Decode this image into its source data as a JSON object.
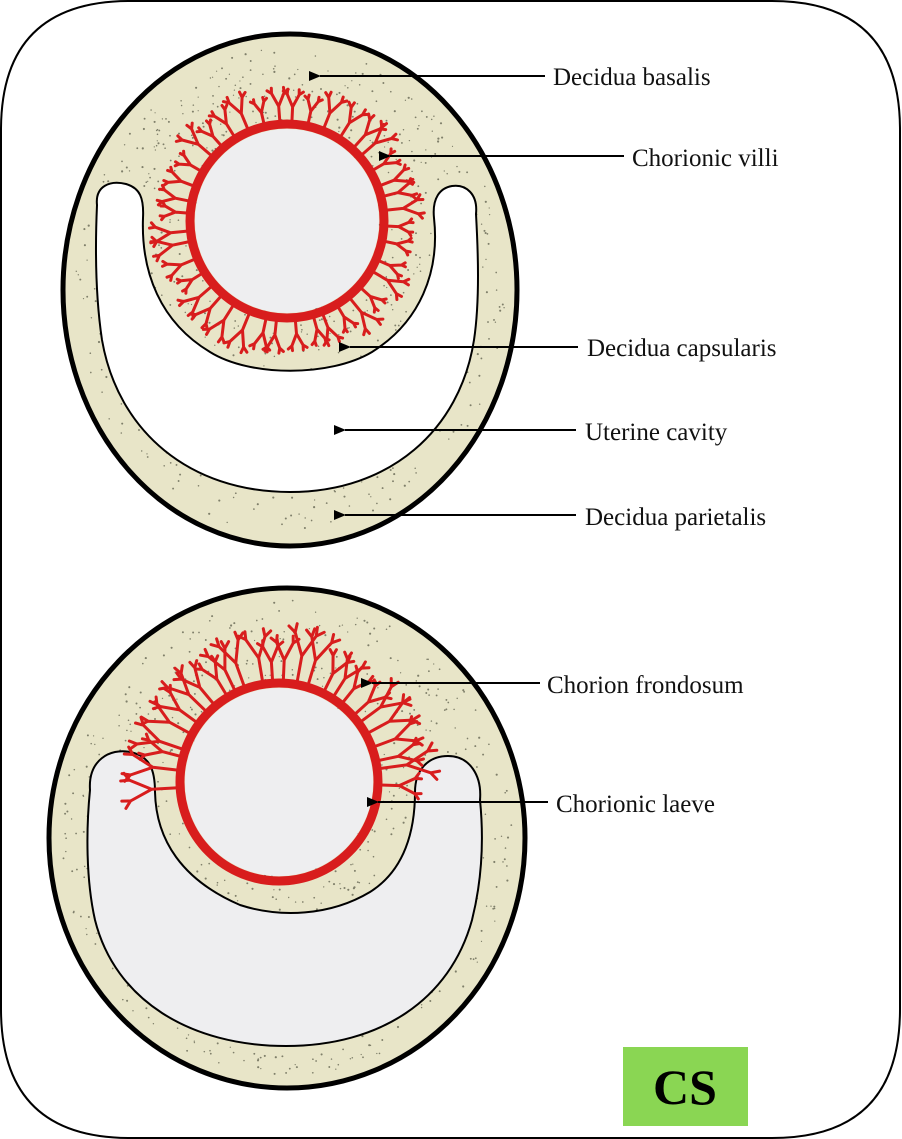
{
  "colors": {
    "decidua_fill": "#e8e5c8",
    "stipple": "#7f7f6a",
    "chorion_red": "#d81d1d",
    "cavity_upper": "#ffffff",
    "cavity_lower": "#eeeef0",
    "badge_bg": "#8ad653",
    "outline": "#000000"
  },
  "diagrams": {
    "top": {
      "labels": [
        "Decidua basalis",
        "Chorionic villi",
        "Decidua capsularis",
        "Uterine cavity",
        "Decidua parietalis"
      ]
    },
    "bottom": {
      "labels": [
        "Chorion frondosum",
        "Chorionic laeve"
      ]
    }
  },
  "badge": {
    "text": "CS"
  }
}
